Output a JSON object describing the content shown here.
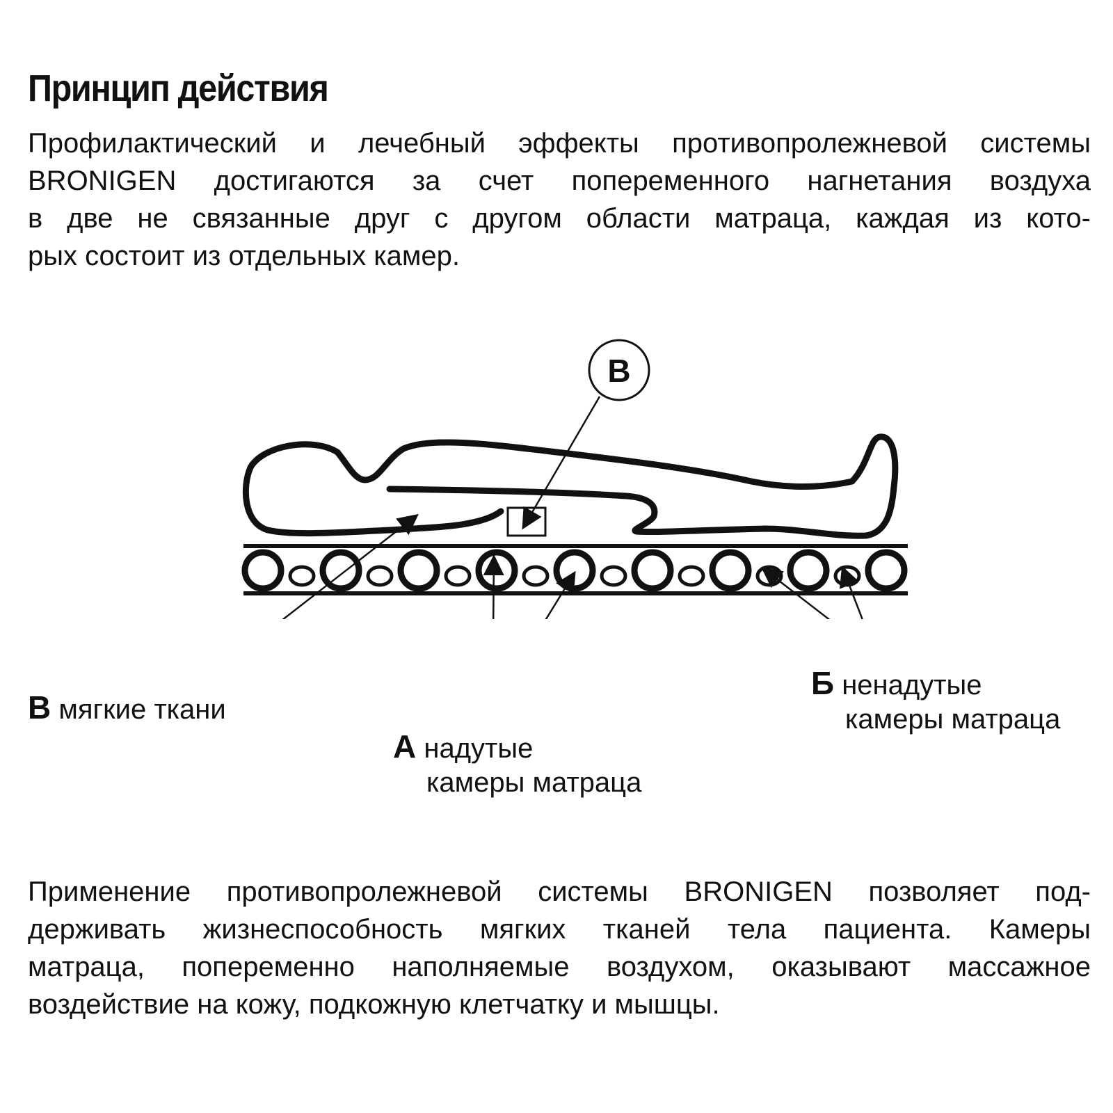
{
  "heading": "Принцип действия",
  "intro_lines": [
    "Профилактический и лечебный эффекты противопролежневой системы",
    "BRONIGEN достигаются за счет попеременного нагнетания воздуха",
    "в две не связанные друг с другом области матраца, каждая из кото-",
    "рых состоит из отдельных камер."
  ],
  "diagram": {
    "callout_letter": "В",
    "label_v": {
      "letter": "В",
      "line1": "мягкие ткани"
    },
    "label_a": {
      "letter": "А",
      "line1": "надутые",
      "line2": "камеры матраца"
    },
    "label_b": {
      "letter": "Б",
      "line1": "ненадутые",
      "line2": "камеры матраца"
    }
  },
  "outro_lines": [
    "Применение противопролежневой системы BRONIGEN позволяет под-",
    "держивать жизнеспособность мягких тканей тела пациента. Камеры",
    "матраца, попеременно наполняемые воздухом, оказывают массажное",
    "воздействие на кожу, подкожную клетчатку и мышцы."
  ]
}
